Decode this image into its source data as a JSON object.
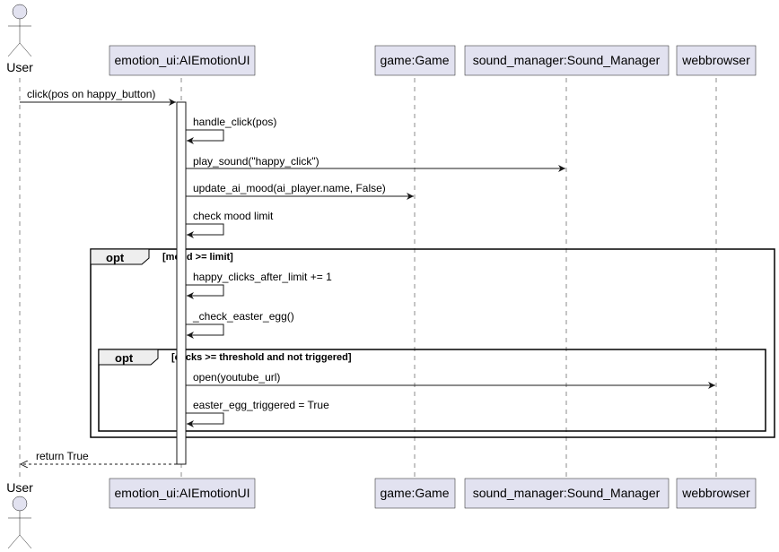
{
  "participants": {
    "user": "User",
    "emotion_ui": "emotion_ui:AIEmotionUI",
    "game": "game:Game",
    "sound_manager": "sound_manager:Sound_Manager",
    "webbrowser": "webbrowser"
  },
  "messages": [
    "click(pos on happy_button)",
    "handle_click(pos)",
    "play_sound(\"happy_click\")",
    "update_ai_mood(ai_player.name, False)",
    "check mood limit",
    "happy_clicks_after_limit += 1",
    "_check_easter_egg()",
    "open(youtube_url)",
    "easter_egg_triggered = True",
    "return True"
  ],
  "fragments": [
    {
      "operator": "opt",
      "guard": "[mood >= limit]"
    },
    {
      "operator": "opt",
      "guard": "[clicks >= threshold and not triggered]"
    }
  ],
  "colors": {
    "participant_fill": "#E2E2F0",
    "line": "#181818",
    "fragment_tab": "#EEEEEE"
  }
}
